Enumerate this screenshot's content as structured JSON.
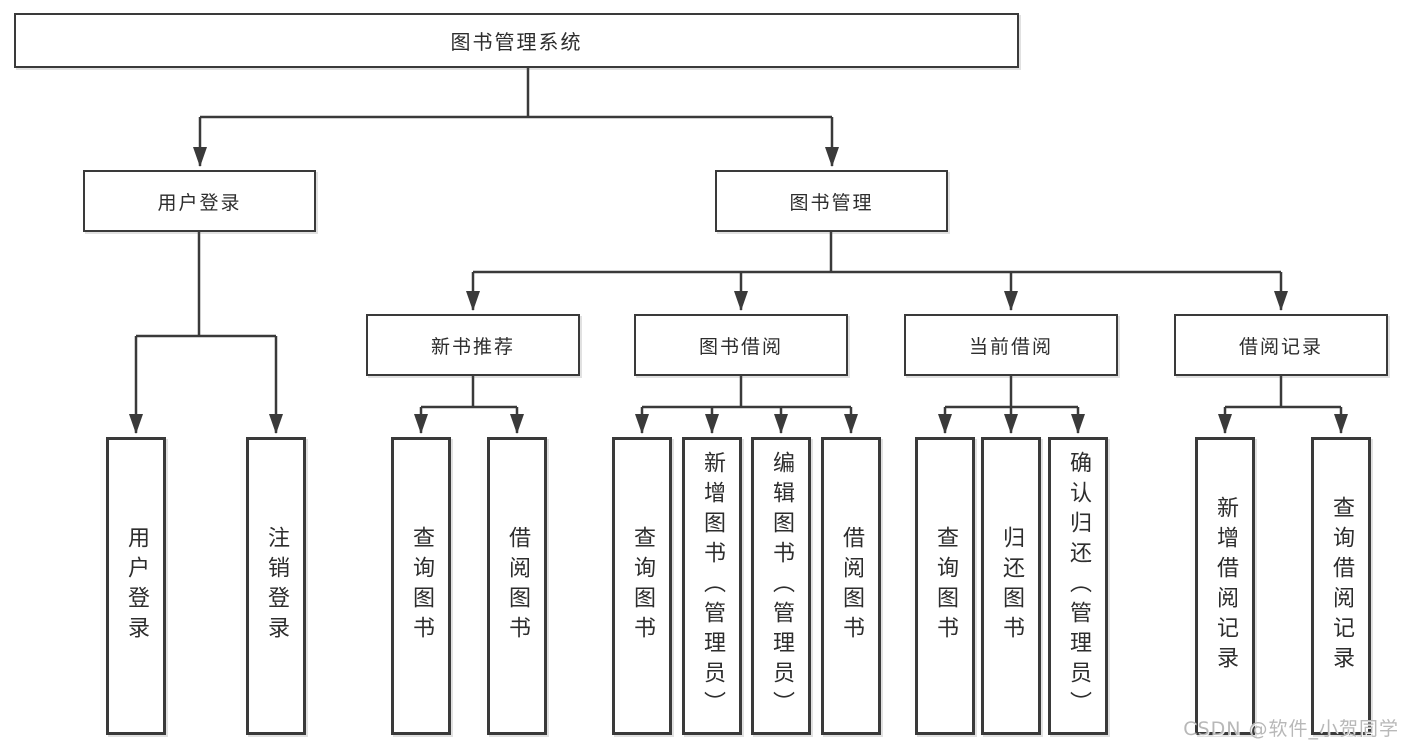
{
  "diagram_title": "图书管理系统",
  "nodes": {
    "root": "图书管理系统",
    "user_login": "用户登录",
    "book_management": "图书管理",
    "new_book_recommend": "新书推荐",
    "book_borrow": "图书借阅",
    "current_borrow": "当前借阅",
    "borrow_record": "借阅记录",
    "leaf_user_login": "用户登录",
    "leaf_logout": "注销登录",
    "nb_query_book": "查询图书",
    "nb_borrow_book": "借阅图书",
    "bb_query_book": "查询图书",
    "bb_add_book": "新增图书（管理员）",
    "bb_edit_book": "编辑图书（管理员）",
    "bb_borrow_book": "借阅图书",
    "cb_query_book": "查询图书",
    "cb_return_book": "归还图书",
    "cb_confirm_return": "确认归还（管理员）",
    "br_add_record": "新增借阅记录",
    "br_query_record": "查询借阅记录"
  },
  "hierarchy": {
    "图书管理系统": {
      "用户登录": [
        "用户登录",
        "注销登录"
      ],
      "图书管理": {
        "新书推荐": [
          "查询图书",
          "借阅图书"
        ],
        "图书借阅": [
          "查询图书",
          "新增图书（管理员）",
          "编辑图书（管理员）",
          "借阅图书"
        ],
        "当前借阅": [
          "查询图书",
          "归还图书",
          "确认归还（管理员）"
        ],
        "借阅记录": [
          "新增借阅记录",
          "查询借阅记录"
        ]
      }
    }
  },
  "watermark": "CSDN @软件_小贺同学",
  "colors": {
    "line": "#3a3a3a",
    "text": "#2d2d2d",
    "background": "#ffffff",
    "watermark": "#b8b8b8"
  }
}
